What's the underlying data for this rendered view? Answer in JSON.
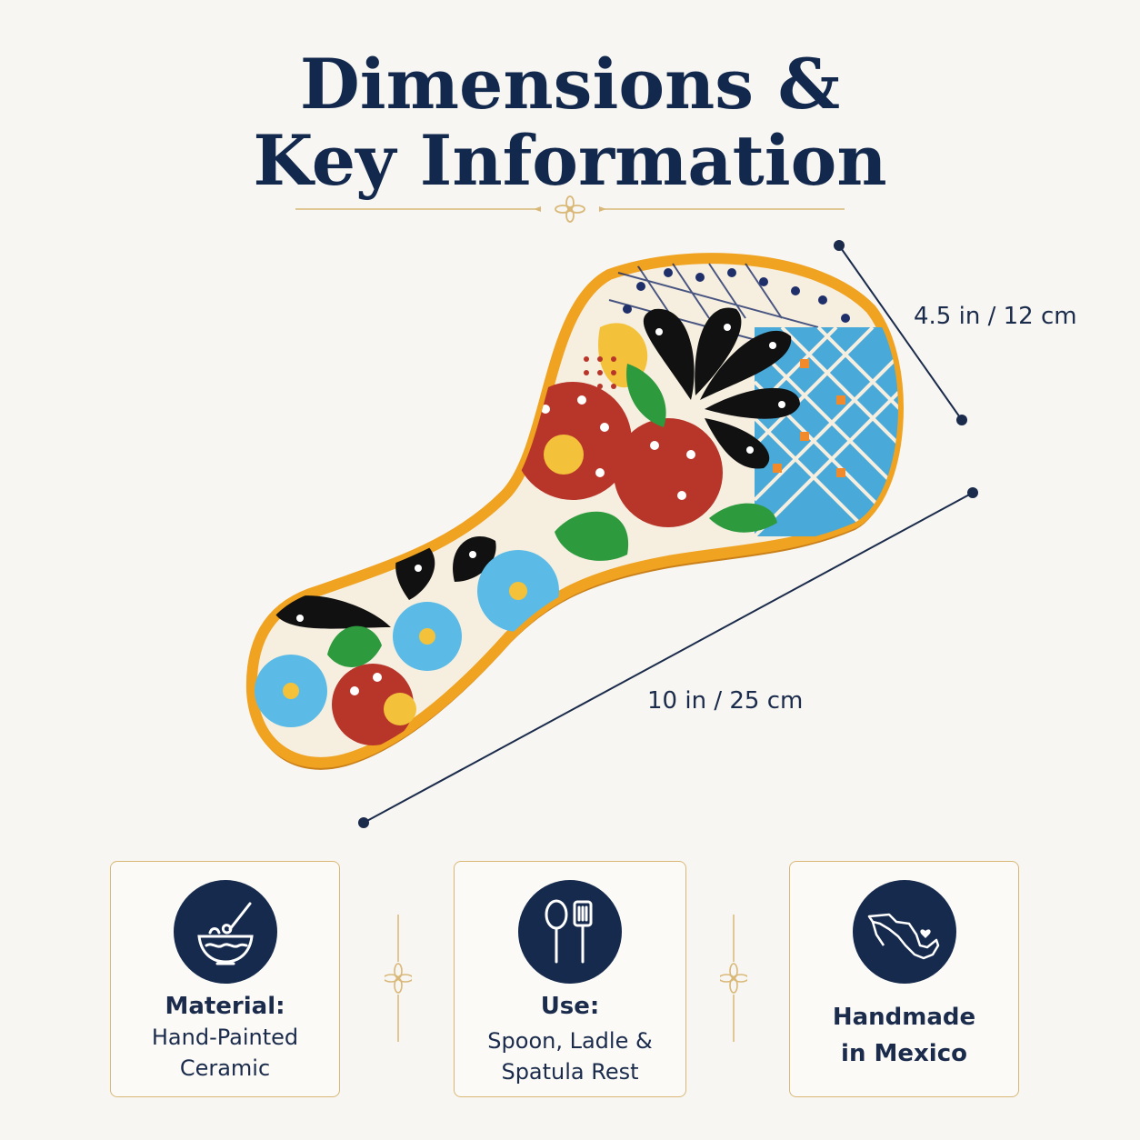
{
  "heading": {
    "line1": "Dimensions &",
    "line2": "Key Information"
  },
  "dimensions": {
    "width_label": "4.5 in / 12 cm",
    "length_label": "10 in / 25 cm"
  },
  "features": [
    {
      "icon": "paint-bowl-icon",
      "label": "Material:",
      "desc_line1": "Hand-Painted",
      "desc_line2": "Ceramic"
    },
    {
      "icon": "spoon-spatula-icon",
      "label": "Use:",
      "desc_line1": "Spoon, Ladle &",
      "desc_line2": "Spatula Rest"
    },
    {
      "icon": "mexico-map-heart-icon",
      "label_line1": "Handmade",
      "label_line2": "in Mexico"
    }
  ],
  "colors": {
    "navy": "#13284d",
    "gold": "#d9b877",
    "background": "#f7f6f2"
  }
}
